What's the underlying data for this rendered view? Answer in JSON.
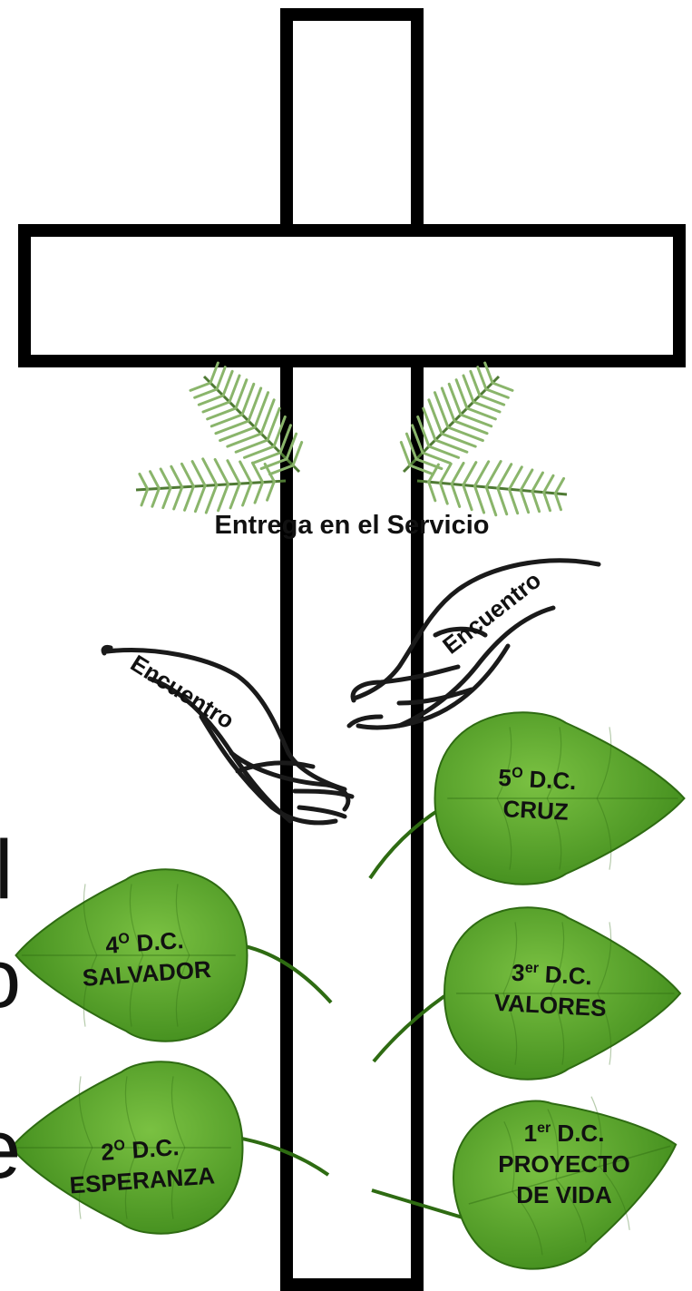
{
  "colors": {
    "cross_fill": "#ffffff",
    "cross_stroke": "#000000",
    "leaf_dark": "#3f8a1b",
    "leaf_light": "#7ac142",
    "leaf_vein": "#2e6b12",
    "palm": "#8ab56b",
    "hand_stroke": "#1a1a1a"
  },
  "service_text": "Entrega en el Servicio",
  "hands": {
    "left_label": "Encuentro",
    "right_label": "Encuentro"
  },
  "leaves": [
    {
      "id": "d5",
      "num": "5",
      "sup": "O",
      "title": "D.C.",
      "line2": "CRUZ",
      "line3": ""
    },
    {
      "id": "d4",
      "num": "4",
      "sup": "O",
      "title": "D.C.",
      "line2": "SALVADOR",
      "line3": ""
    },
    {
      "id": "d3",
      "num": "3",
      "sup": "er",
      "title": "D.C.",
      "line2": "VALORES",
      "line3": ""
    },
    {
      "id": "d2",
      "num": "2",
      "sup": "O",
      "title": "D.C.",
      "line2": "ESPERANZA",
      "line3": ""
    },
    {
      "id": "d1",
      "num": "1",
      "sup": "er",
      "title": "D.C.",
      "line2": "PROYECTO",
      "line3": "DE VIDA"
    }
  ],
  "edge_glyphs": [
    "l",
    "o",
    "e"
  ]
}
